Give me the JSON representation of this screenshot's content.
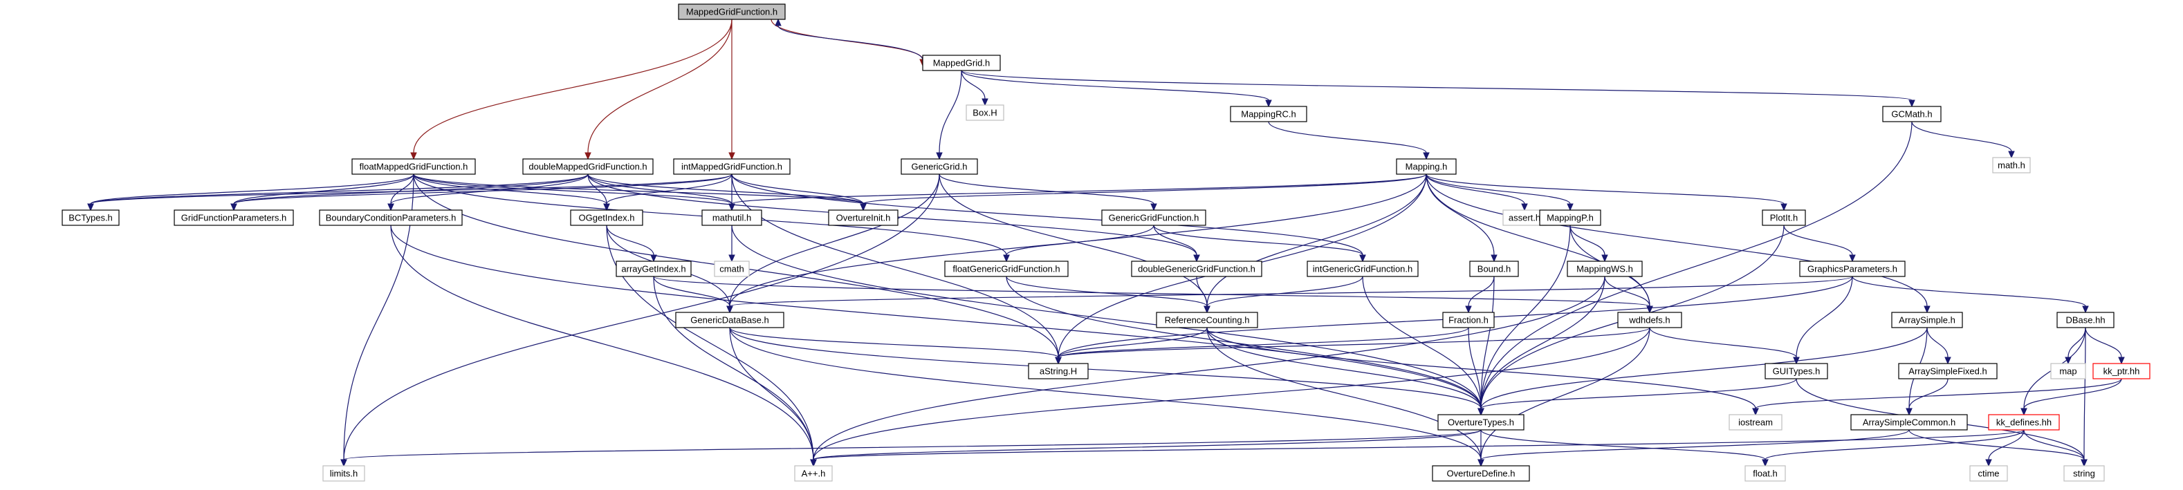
{
  "diagram": {
    "nodes": [
      {
        "id": "MGF",
        "label": "MappedGridFunction.h",
        "style": "current"
      },
      {
        "id": "MG",
        "label": "MappedGrid.h",
        "style": "normal"
      },
      {
        "id": "BoxH",
        "label": "Box.H",
        "style": "external"
      },
      {
        "id": "MRC",
        "label": "MappingRC.h",
        "style": "normal"
      },
      {
        "id": "GCM",
        "label": "GCMath.h",
        "style": "normal"
      },
      {
        "id": "mathh",
        "label": "math.h",
        "style": "external"
      },
      {
        "id": "fMGF",
        "label": "floatMappedGridFunction.h",
        "style": "normal"
      },
      {
        "id": "dMGF",
        "label": "doubleMappedGridFunction.h",
        "style": "normal"
      },
      {
        "id": "iMGF",
        "label": "intMappedGridFunction.h",
        "style": "normal"
      },
      {
        "id": "GG",
        "label": "GenericGrid.h",
        "style": "normal"
      },
      {
        "id": "Map",
        "label": "Mapping.h",
        "style": "normal"
      },
      {
        "id": "BCT",
        "label": "BCTypes.h",
        "style": "normal"
      },
      {
        "id": "GFP",
        "label": "GridFunctionParameters.h",
        "style": "normal"
      },
      {
        "id": "BCP",
        "label": "BoundaryConditionParameters.h",
        "style": "normal"
      },
      {
        "id": "OGI",
        "label": "OGgetIndex.h",
        "style": "normal"
      },
      {
        "id": "MU",
        "label": "mathutil.h",
        "style": "normal"
      },
      {
        "id": "OI",
        "label": "OvertureInit.h",
        "style": "normal"
      },
      {
        "id": "GGF",
        "label": "GenericGridFunction.h",
        "style": "normal"
      },
      {
        "id": "assert",
        "label": "assert.h",
        "style": "external"
      },
      {
        "id": "MP",
        "label": "MappingP.h",
        "style": "normal"
      },
      {
        "id": "Plot",
        "label": "PlotIt.h",
        "style": "normal"
      },
      {
        "id": "cmath",
        "label": "cmath",
        "style": "external"
      },
      {
        "id": "AGI",
        "label": "arrayGetIndex.h",
        "style": "normal"
      },
      {
        "id": "fGGF",
        "label": "floatGenericGridFunction.h",
        "style": "normal"
      },
      {
        "id": "dGGF",
        "label": "doubleGenericGridFunction.h",
        "style": "normal"
      },
      {
        "id": "iGGF",
        "label": "intGenericGridFunction.h",
        "style": "normal"
      },
      {
        "id": "Bound",
        "label": "Bound.h",
        "style": "normal"
      },
      {
        "id": "MWS",
        "label": "MappingWS.h",
        "style": "normal"
      },
      {
        "id": "GP",
        "label": "GraphicsParameters.h",
        "style": "normal"
      },
      {
        "id": "GDB",
        "label": "GenericDataBase.h",
        "style": "normal"
      },
      {
        "id": "RC",
        "label": "ReferenceCounting.h",
        "style": "normal"
      },
      {
        "id": "Frac",
        "label": "Fraction.h",
        "style": "normal"
      },
      {
        "id": "wdh",
        "label": "wdhdefs.h",
        "style": "normal"
      },
      {
        "id": "AS",
        "label": "ArraySimple.h",
        "style": "normal"
      },
      {
        "id": "DB",
        "label": "DBase.hh",
        "style": "normal"
      },
      {
        "id": "aStr",
        "label": "aString.H",
        "style": "normal"
      },
      {
        "id": "GUI",
        "label": "GUITypes.h",
        "style": "normal"
      },
      {
        "id": "ASF",
        "label": "ArraySimpleFixed.h",
        "style": "normal"
      },
      {
        "id": "map",
        "label": "map",
        "style": "external"
      },
      {
        "id": "kkp",
        "label": "kk_ptr.hh",
        "style": "undoc"
      },
      {
        "id": "OT",
        "label": "OvertureTypes.h",
        "style": "normal"
      },
      {
        "id": "ios",
        "label": "iostream",
        "style": "external"
      },
      {
        "id": "ASC",
        "label": "ArraySimpleCommon.h",
        "style": "normal"
      },
      {
        "id": "kkd",
        "label": "kk_defines.hh",
        "style": "undoc"
      },
      {
        "id": "limits",
        "label": "limits.h",
        "style": "external"
      },
      {
        "id": "App",
        "label": "A++.h",
        "style": "external"
      },
      {
        "id": "OD",
        "label": "OvertureDefine.h",
        "style": "normal"
      },
      {
        "id": "float",
        "label": "float.h",
        "style": "external"
      },
      {
        "id": "ctime",
        "label": "ctime",
        "style": "external"
      },
      {
        "id": "string",
        "label": "string",
        "style": "external"
      }
    ],
    "edges": [
      [
        "MGF",
        "MG"
      ],
      [
        "MG",
        "MGF"
      ],
      [
        "MGF",
        "fMGF"
      ],
      [
        "MGF",
        "dMGF"
      ],
      [
        "MGF",
        "iMGF"
      ],
      [
        "MG",
        "BoxH"
      ],
      [
        "MG",
        "MRC"
      ],
      [
        "MG",
        "GCM"
      ],
      [
        "MG",
        "GG"
      ],
      [
        "GCM",
        "mathh"
      ],
      [
        "GCM",
        "OT"
      ],
      [
        "MRC",
        "Map"
      ],
      [
        "fMGF",
        "BCT"
      ],
      [
        "fMGF",
        "GFP"
      ],
      [
        "fMGF",
        "BCP"
      ],
      [
        "fMGF",
        "OGI"
      ],
      [
        "fMGF",
        "MU"
      ],
      [
        "fMGF",
        "OI"
      ],
      [
        "fMGF",
        "fGGF"
      ],
      [
        "fMGF",
        "aStr"
      ],
      [
        "fMGF",
        "limits"
      ],
      [
        "dMGF",
        "BCT"
      ],
      [
        "dMGF",
        "GFP"
      ],
      [
        "dMGF",
        "BCP"
      ],
      [
        "dMGF",
        "OGI"
      ],
      [
        "dMGF",
        "MU"
      ],
      [
        "dMGF",
        "OI"
      ],
      [
        "dMGF",
        "dGGF"
      ],
      [
        "iMGF",
        "BCT"
      ],
      [
        "iMGF",
        "GFP"
      ],
      [
        "iMGF",
        "OGI"
      ],
      [
        "iMGF",
        "MU"
      ],
      [
        "iMGF",
        "OI"
      ],
      [
        "iMGF",
        "iGGF"
      ],
      [
        "iMGF",
        "aStr"
      ],
      [
        "GG",
        "GGF"
      ],
      [
        "GG",
        "GDB"
      ],
      [
        "GG",
        "RC"
      ],
      [
        "GG",
        "limits"
      ],
      [
        "Map",
        "OI"
      ],
      [
        "Map",
        "MU"
      ],
      [
        "Map",
        "assert"
      ],
      [
        "Map",
        "MP"
      ],
      [
        "Map",
        "Bound"
      ],
      [
        "Map",
        "Plot"
      ],
      [
        "Map",
        "wdh"
      ],
      [
        "Map",
        "AS"
      ],
      [
        "Map",
        "GDB"
      ],
      [
        "Map",
        "RC"
      ],
      [
        "Map",
        "aStr"
      ],
      [
        "BCP",
        "OT"
      ],
      [
        "BCP",
        "App"
      ],
      [
        "OGI",
        "AGI"
      ],
      [
        "OGI",
        "GDB"
      ],
      [
        "OGI",
        "App"
      ],
      [
        "MU",
        "cmath"
      ],
      [
        "MU",
        "OT"
      ],
      [
        "GGF",
        "fGGF"
      ],
      [
        "GGF",
        "dGGF"
      ],
      [
        "GGF",
        "iGGF"
      ],
      [
        "MP",
        "MWS"
      ],
      [
        "MP",
        "wdh"
      ],
      [
        "MP",
        "OT"
      ],
      [
        "Plot",
        "GP"
      ],
      [
        "Plot",
        "OT"
      ],
      [
        "AGI",
        "GDB"
      ],
      [
        "AGI",
        "App"
      ],
      [
        "AGI",
        "wdh"
      ],
      [
        "fGGF",
        "RC"
      ],
      [
        "fGGF",
        "OT"
      ],
      [
        "dGGF",
        "RC"
      ],
      [
        "iGGF",
        "RC"
      ],
      [
        "iGGF",
        "OT"
      ],
      [
        "Bound",
        "Frac"
      ],
      [
        "Bound",
        "OT"
      ],
      [
        "MWS",
        "wdh"
      ],
      [
        "MWS",
        "OT"
      ],
      [
        "MWS",
        "App"
      ],
      [
        "GP",
        "GDB"
      ],
      [
        "GP",
        "GUI"
      ],
      [
        "GP",
        "DB"
      ],
      [
        "GP",
        "aStr"
      ],
      [
        "GDB",
        "aStr"
      ],
      [
        "GDB",
        "OT"
      ],
      [
        "GDB",
        "OD"
      ],
      [
        "GDB",
        "App"
      ],
      [
        "RC",
        "aStr"
      ],
      [
        "RC",
        "OT"
      ],
      [
        "RC",
        "OD"
      ],
      [
        "RC",
        "ios"
      ],
      [
        "Frac",
        "aStr"
      ],
      [
        "Frac",
        "OT"
      ],
      [
        "wdh",
        "aStr"
      ],
      [
        "wdh",
        "GUI"
      ],
      [
        "wdh",
        "App"
      ],
      [
        "wdh",
        "OD"
      ],
      [
        "AS",
        "OT"
      ],
      [
        "AS",
        "ASF"
      ],
      [
        "AS",
        "ASC"
      ],
      [
        "ASF",
        "ASC"
      ],
      [
        "DB",
        "map"
      ],
      [
        "DB",
        "kkp"
      ],
      [
        "DB",
        "kkd"
      ],
      [
        "DB",
        "string"
      ],
      [
        "GUI",
        "OT"
      ],
      [
        "GUI",
        "string"
      ],
      [
        "kkp",
        "kkd"
      ],
      [
        "kkp",
        "ios"
      ],
      [
        "OT",
        "OD"
      ],
      [
        "OT",
        "float"
      ],
      [
        "OT",
        "App"
      ],
      [
        "OT",
        "limits"
      ],
      [
        "ASC",
        "OD"
      ],
      [
        "ASC",
        "string"
      ],
      [
        "kkd",
        "float"
      ],
      [
        "kkd",
        "ctime"
      ],
      [
        "kkd",
        "string"
      ],
      [
        "kkd",
        "App"
      ]
    ]
  }
}
